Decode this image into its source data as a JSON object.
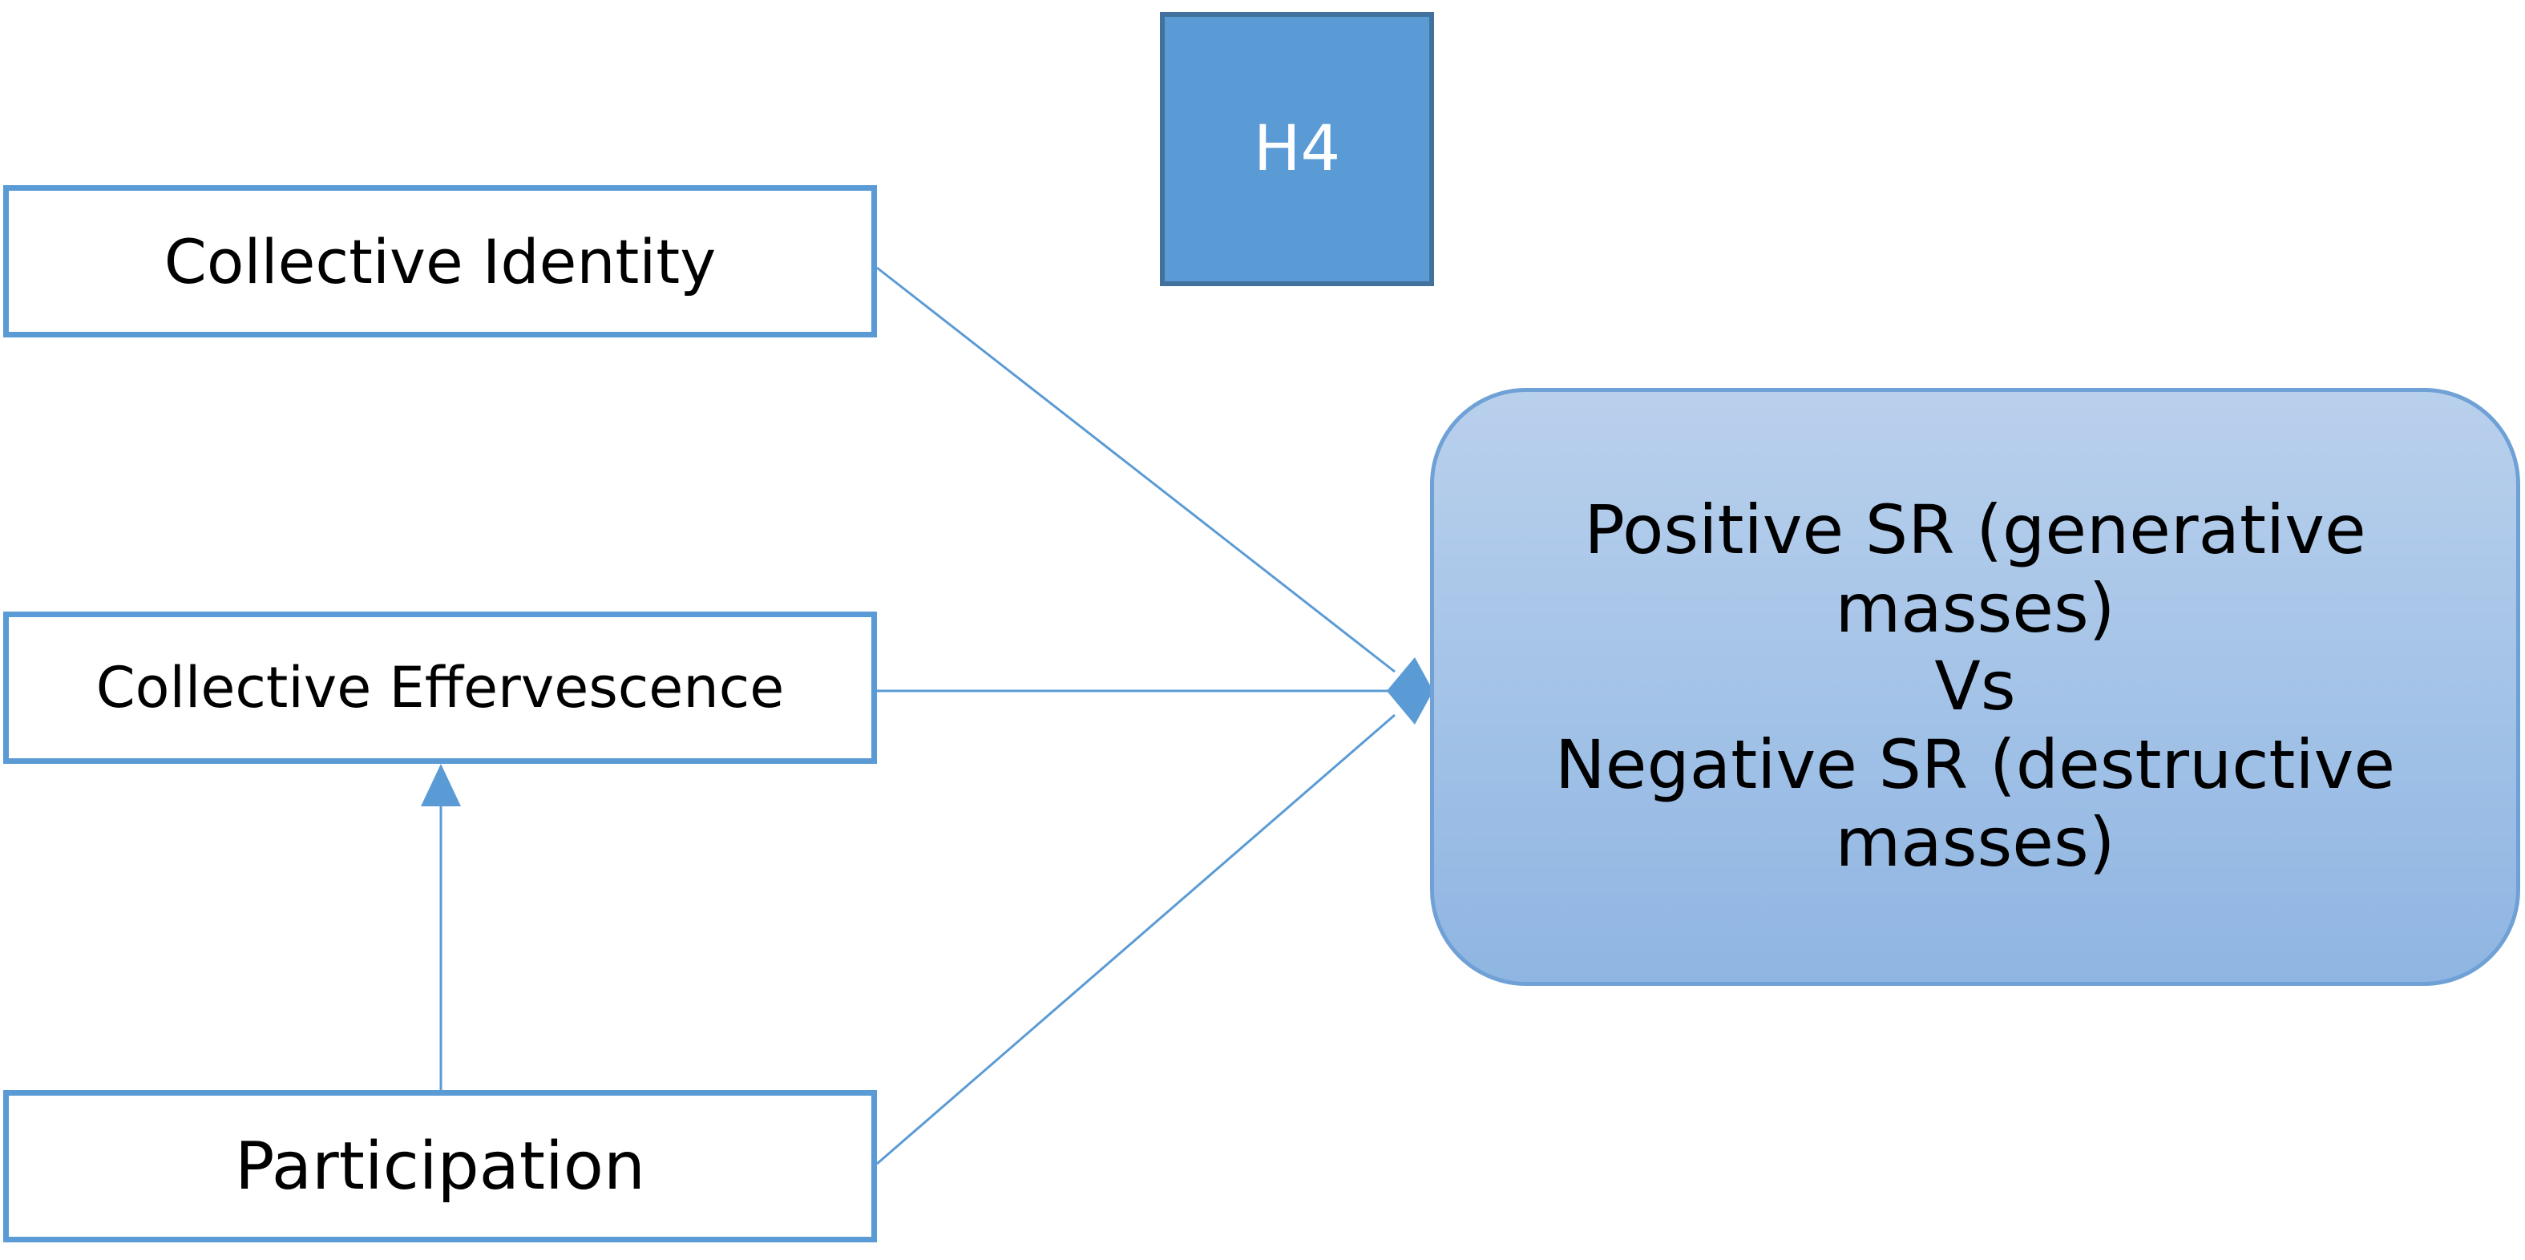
{
  "diagram": {
    "hypothesis_label": "H4",
    "nodes": {
      "collective_identity": "Collective Identity",
      "collective_effervescence": "Collective Effervescence",
      "participation": "Participation"
    },
    "outcome": {
      "lines": [
        "Positive SR (generative",
        "masses)",
        "Vs",
        "Negative SR (destructive",
        "masses)"
      ]
    },
    "colors": {
      "accent_blue": "#5b9bd5",
      "hypothesis_border": "#41719c",
      "outcome_fill_top": "#b9d0ec",
      "outcome_fill_bottom": "#8fb5e2"
    },
    "edges": [
      {
        "from": "collective_identity",
        "to": "outcome"
      },
      {
        "from": "collective_effervescence",
        "to": "outcome"
      },
      {
        "from": "participation",
        "to": "outcome"
      },
      {
        "from": "participation",
        "to": "collective_effervescence"
      }
    ]
  }
}
